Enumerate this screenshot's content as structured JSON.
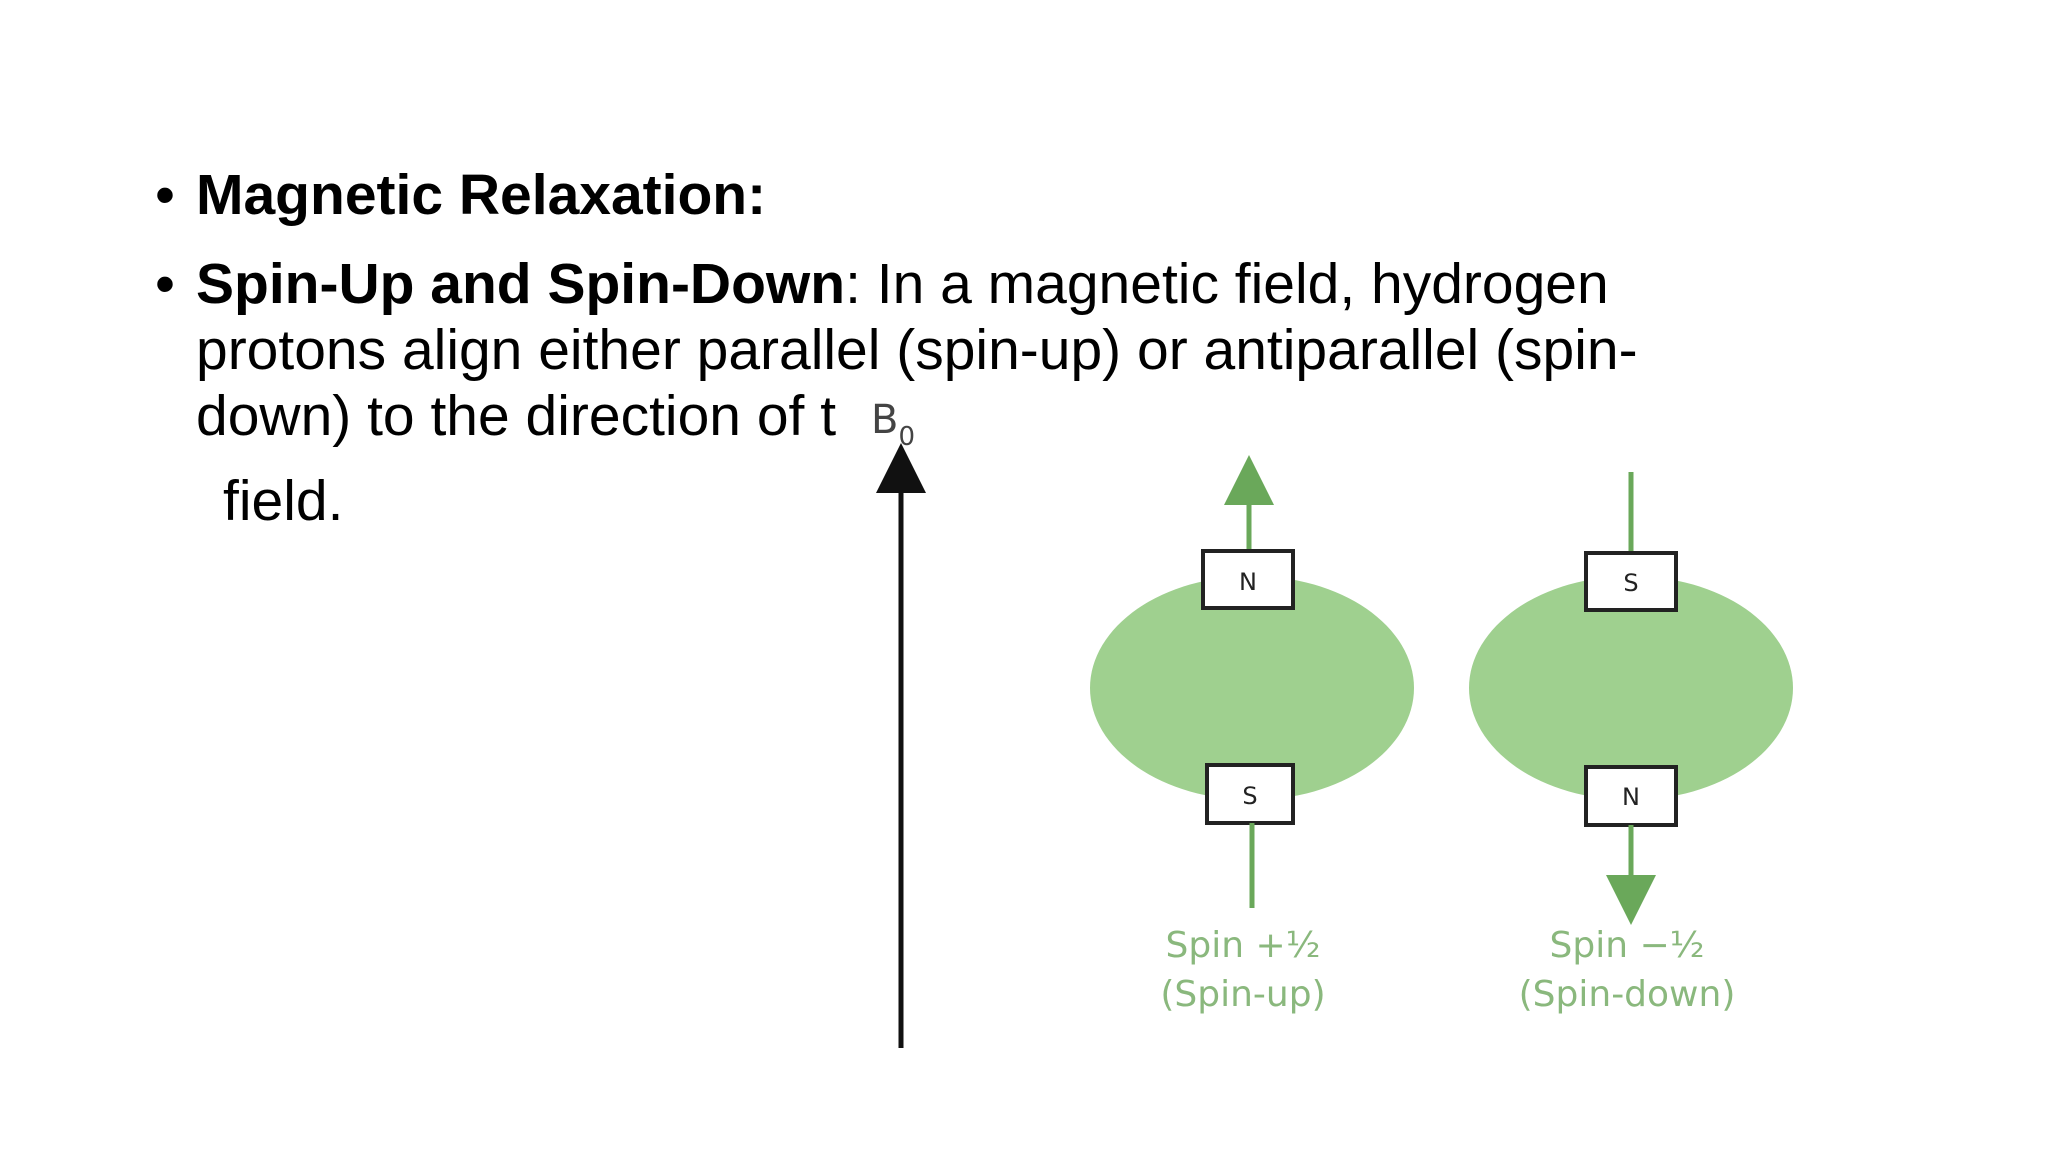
{
  "slide": {
    "bullets": [
      {
        "bold": "Magnetic Relaxation:",
        "text": ""
      },
      {
        "bold": "Spin-Up and Spin-Down",
        "text": ": In a magnetic field, hydrogen protons align either parallel (spin-up) or antiparallel (spin-down) to the direction of t"
      }
    ],
    "continuation": "field."
  },
  "figure": {
    "field_label": "B",
    "field_label_sub": "0",
    "spin_up": {
      "top_pole": "N",
      "bottom_pole": "S",
      "label_line1": "Spin +½",
      "label_line2": "(Spin-up)"
    },
    "spin_down": {
      "top_pole": "S",
      "bottom_pole": "N",
      "label_line1": "Spin −½",
      "label_line2": "(Spin-down)"
    },
    "colors": {
      "proton_fill": "#9fd08f",
      "arrow_green": "#6aa85a",
      "label_green": "#8ab87d",
      "field_arrow": "#111111"
    }
  }
}
